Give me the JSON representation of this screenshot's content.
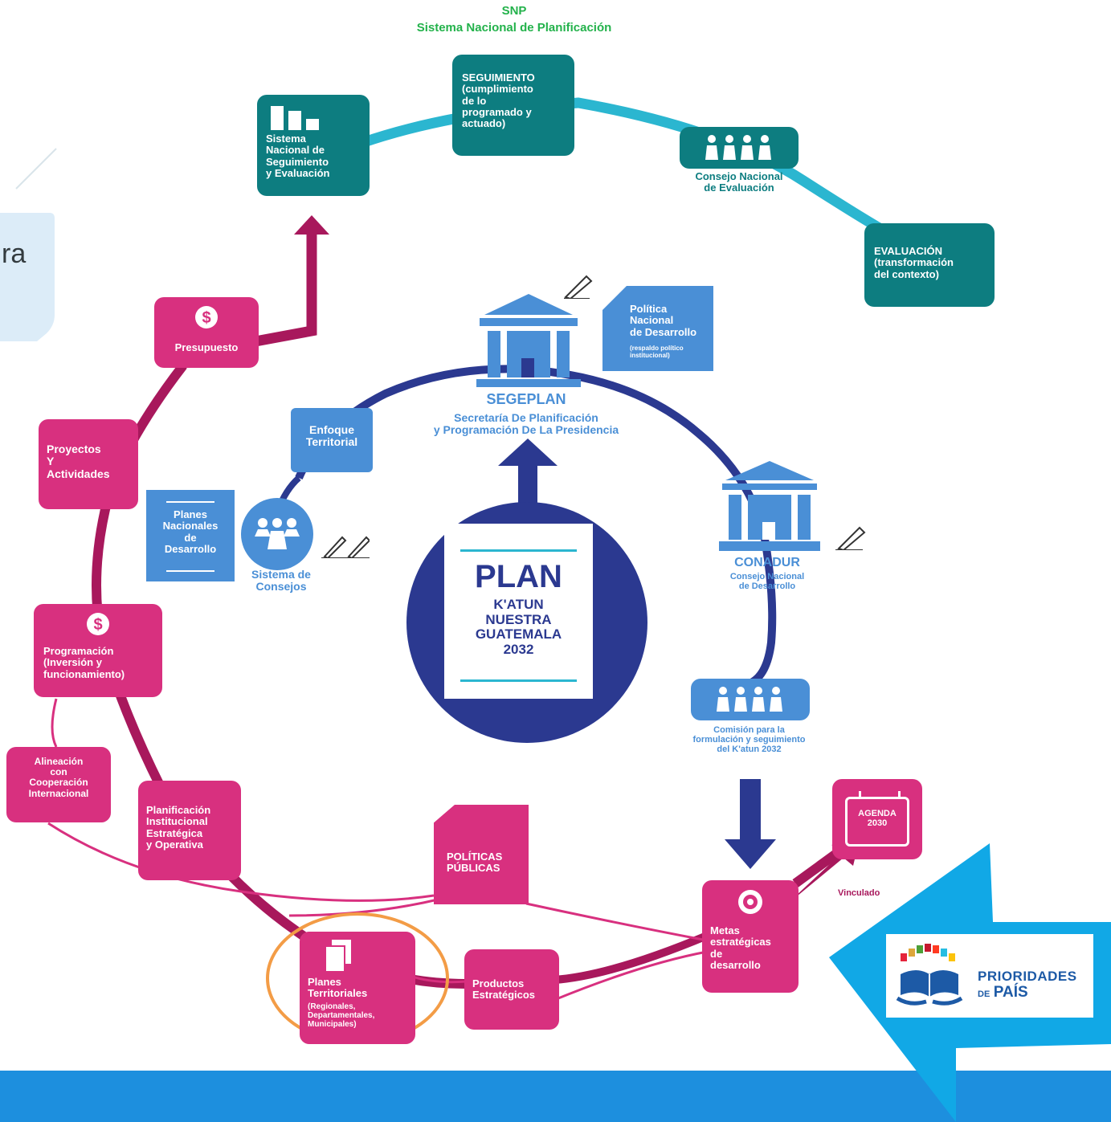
{
  "header": {
    "acronym": "SNP",
    "title": "Sistema Nacional de Planificación"
  },
  "left_fragment": {
    "text": "ra"
  },
  "teal": {
    "sistema_seguimiento": "Sistema\nNacional de\nSeguimiento\ny Evaluación",
    "seguimiento": "SEGUIMIENTO\n(cumplimiento\nde lo\nprogramado y\nactuado)",
    "consejo_evaluacion": "Consejo Nacional\nde Evaluación",
    "evaluacion": "EVALUACIÓN\n(transformación\ndel contexto)"
  },
  "blue": {
    "politica": "Política\nNacional\nde Desarrollo",
    "politica_sub": "(respaldo político\ninstitucional)",
    "segeplan": "SEGEPLAN",
    "segeplan_sub": "Secretaría De Planificación\ny Programación De La Presidencia",
    "enfoque": "Enfoque\nTerritorial",
    "planes_nacionales": "Planes\nNacionales\nde\nDesarrollo",
    "sistema_consejos": "Sistema de\nConsejos",
    "conadur": "CONADUR",
    "conadur_sub": "Consejo Nacional\nde Desarrollo",
    "comision": "Comisión para la\nformulación y seguimiento\ndel K'atun 2032"
  },
  "center": {
    "plan": "PLAN",
    "katun": "K'ATUN\nNUESTRA\nGUATEMALA\n2032"
  },
  "magenta": {
    "presupuesto": "Presupuesto",
    "proyectos": "Proyectos\nY\nActividades",
    "programacion": "Programación\n(Inversión y\nfuncionamiento)",
    "alineacion": "Alineación\ncon\nCooperación\nInternacional",
    "planificacion": "Planificación\nInstitucional\nEstratégica\ny Operativa",
    "politicas": "POLÍTICAS\nPÚBLICAS",
    "planes_territoriales": "Planes\nTerritoriales",
    "planes_territoriales_sub": "(Regionales,\nDepartamentales,\nMunicipales)",
    "productos": "Productos\nEstratégicos",
    "metas": "Metas\nestratégicas\nde\ndesarrollo",
    "agenda": "AGENDA\n2030",
    "vinculado": "Vinculado"
  },
  "logo": {
    "line1": "PRIORIDADES",
    "line2_pre": "DE",
    "line2_main": "PAÍS"
  },
  "icons": [
    "bar-chart-icon",
    "people-icon",
    "dollar-icon",
    "building-icon",
    "pencil-icon",
    "document-icon",
    "target-icon",
    "calendar-icon",
    "pages-icon"
  ],
  "colors": {
    "teal": "#0d7d80",
    "cyan": "#2bb6d0",
    "magenta": "#d8307f",
    "magenta_dark": "#a8185c",
    "blue": "#4a8fd6",
    "navy": "#2b3990",
    "green": "#23b24b",
    "orange": "#f39c46",
    "bar_blue": "#1d8fde"
  }
}
